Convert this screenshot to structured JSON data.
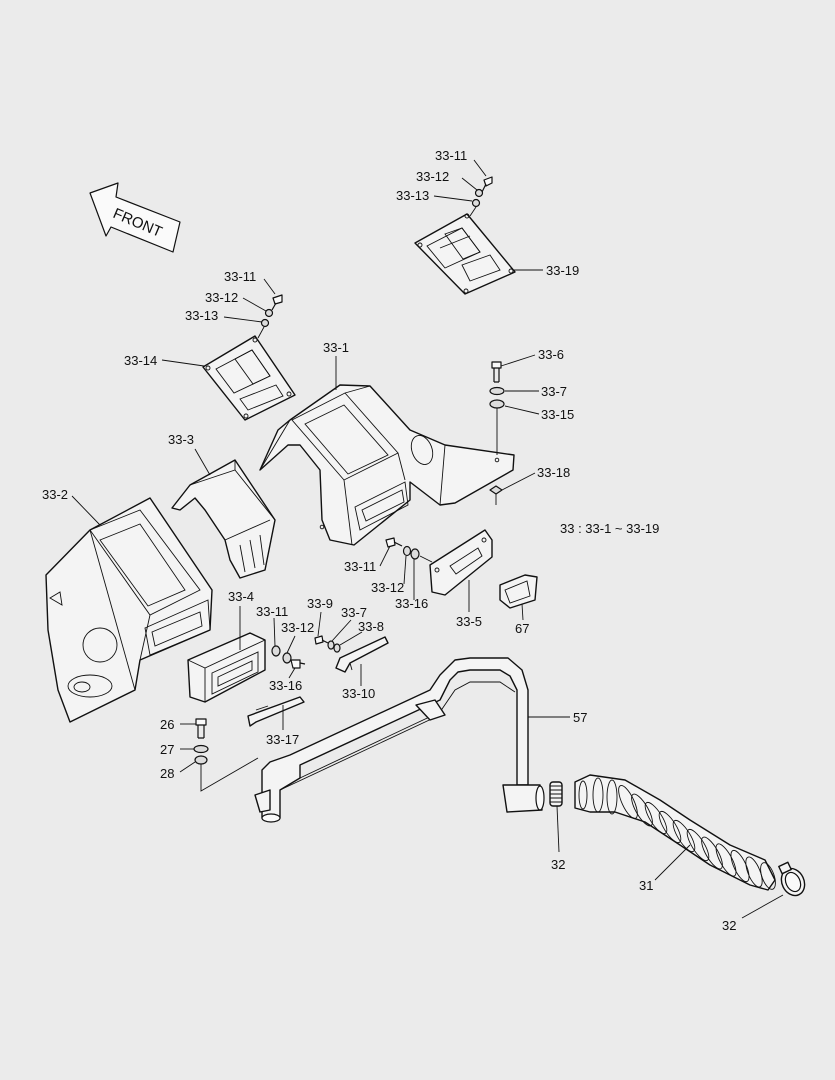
{
  "direction_label": "FRONT",
  "legend": "33 : 33-1 ~ 33-19",
  "callouts": {
    "c33_11_a": "33-11",
    "c33_12_a": "33-12",
    "c33_13_a": "33-13",
    "c33_19": "33-19",
    "c33_11_b": "33-11",
    "c33_12_b": "33-12",
    "c33_13_b": "33-13",
    "c33_14": "33-14",
    "c33_1": "33-1",
    "c33_6": "33-6",
    "c33_7_a": "33-7",
    "c33_15": "33-15",
    "c33_3": "33-3",
    "c33_18": "33-18",
    "c33_2": "33-2",
    "c33_11_c": "33-11",
    "c33_12_c": "33-12",
    "c33_16_a": "33-16",
    "c33_5": "33-5",
    "c67": "67",
    "c33_4": "33-4",
    "c33_11_d": "33-11",
    "c33_12_d": "33-12",
    "c33_9": "33-9",
    "c33_7_b": "33-7",
    "c33_8": "33-8",
    "c33_16_b": "33-16",
    "c33_10": "33-10",
    "c33_17": "33-17",
    "c26": "26",
    "c27": "27",
    "c28": "28",
    "c57": "57",
    "c32_a": "32",
    "c31": "31",
    "c32_b": "32"
  }
}
